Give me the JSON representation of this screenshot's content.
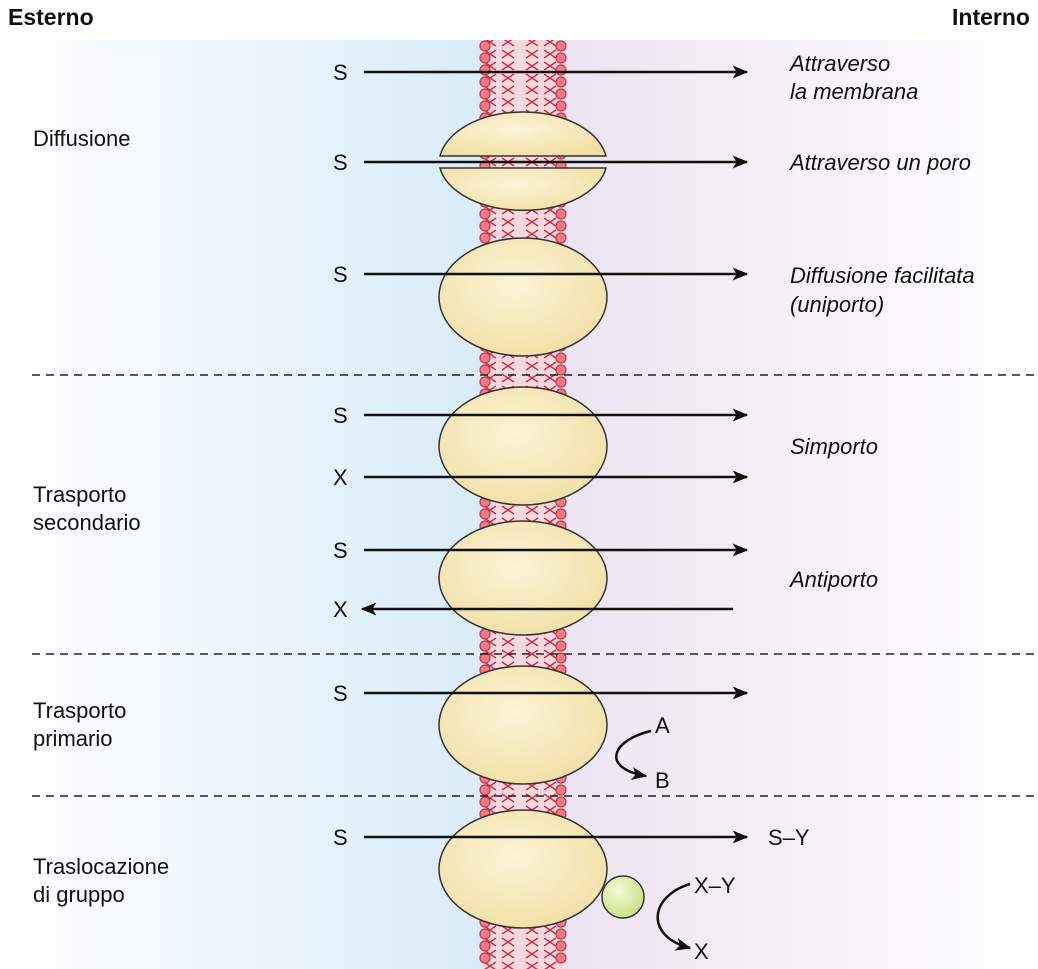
{
  "headers": {
    "outside": "Esterno",
    "inside": "Interno"
  },
  "categories": {
    "diffusion": [
      "Diffusione"
    ],
    "secondary": [
      "Trasporto",
      "secondario"
    ],
    "primary": [
      "Trasporto",
      "primario"
    ],
    "group": [
      "Traslocazione",
      "di gruppo"
    ]
  },
  "descriptions": {
    "membrane": [
      "Attraverso",
      "la membrana"
    ],
    "pore": [
      "Attraverso un poro"
    ],
    "facilitated": [
      "Diffusione facilitata",
      "(uniporto)"
    ],
    "symport": [
      "Simporto"
    ],
    "antiport": [
      "Antiporto"
    ]
  },
  "symbols": {
    "s": "S",
    "x": "X",
    "a": "A",
    "b": "B",
    "sy": "S–Y",
    "xy": "X–Y"
  },
  "colors": {
    "membrane": "#c8334b",
    "membrane_bead": "#f07a85",
    "protein": "#f7e8b5",
    "enzyme": "#d8ec9a",
    "outside_bg": "#e2f0fb",
    "inside_bg": "#efe9f3"
  }
}
